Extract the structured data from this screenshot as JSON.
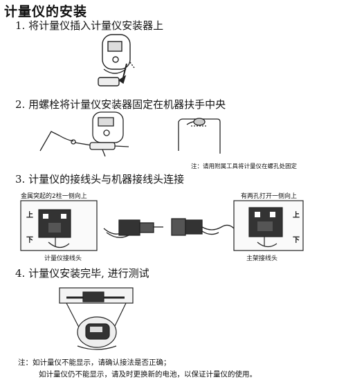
{
  "title": "计量仪的安装",
  "steps": [
    "1. 将计量仪插入计量仪安装器上",
    "2. 用螺栓将计量仪安装器固定在机器扶手中央",
    "3. 计量仪的接线头与机器接线头连接",
    "4. 计量仪安装完毕, 进行测试"
  ],
  "step2_note": "注：请用附属工具将计量仪在螺孔处固定",
  "step3": {
    "left_caption_top": "金属突起的2柱一侧向上",
    "right_caption_top": "有两孔打开一侧向上",
    "up": "上",
    "down": "下",
    "left_caption_bottom": "计量仪接线头",
    "right_caption_bottom": "主架接线头"
  },
  "footer": {
    "line1": "注：如计量仪不能显示，请确认接法是否正确；",
    "line2": "如计量仪仍不能显示，请及时更换新的电池，以保证计量仪的使用。"
  }
}
